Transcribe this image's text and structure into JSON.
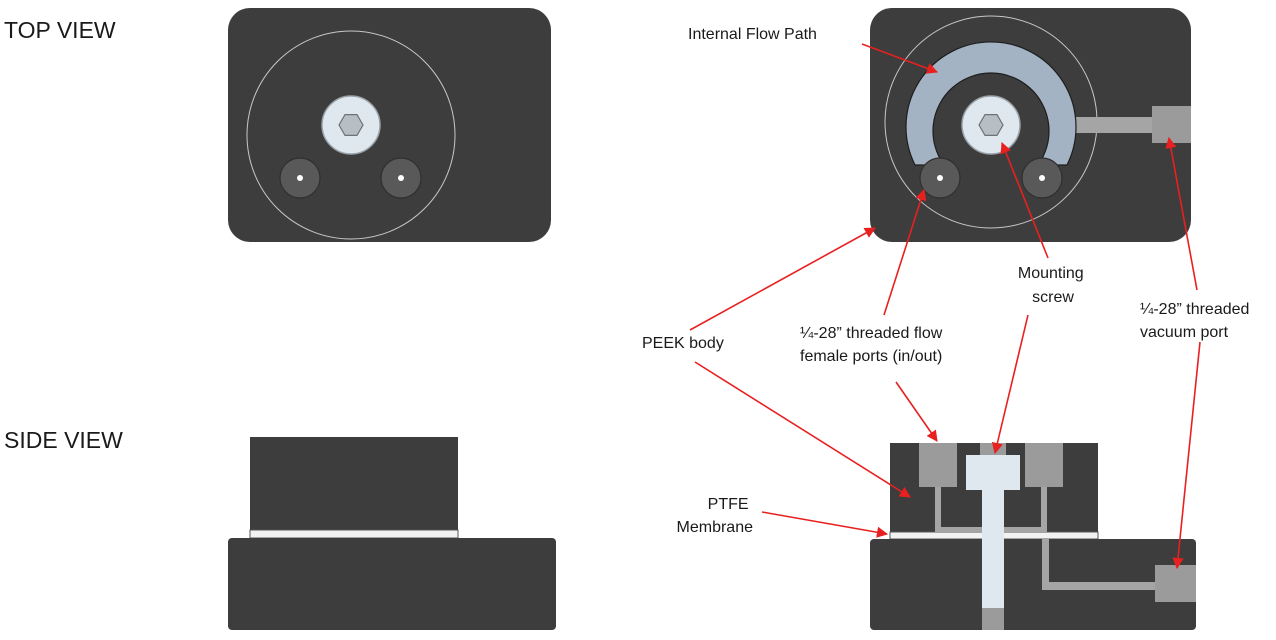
{
  "views": {
    "top_view_label": "TOP VIEW",
    "side_view_label": "SIDE VIEW"
  },
  "callouts": {
    "internal_flow_path": "Internal Flow Path",
    "mounting_screw": [
      "Mounting",
      "screw"
    ],
    "peek_body": "PEEK body",
    "flow_ports": [
      "¼-28” threaded flow",
      "female ports (in/out)"
    ],
    "vacuum_port": [
      "¼-28” threaded",
      "vacuum port"
    ],
    "ptfe_membrane": [
      "PTFE",
      "Membrane"
    ]
  },
  "colors": {
    "body": "#3d3d3d",
    "flow_path": "#a3b3c3",
    "screw_head": "#dfe8ef",
    "port_gray": "#9b9b9b",
    "port_dark": "#595959",
    "channel_gray": "#a5a5a5",
    "membrane": "#f2f2f2",
    "arrow": "#e8201f"
  }
}
